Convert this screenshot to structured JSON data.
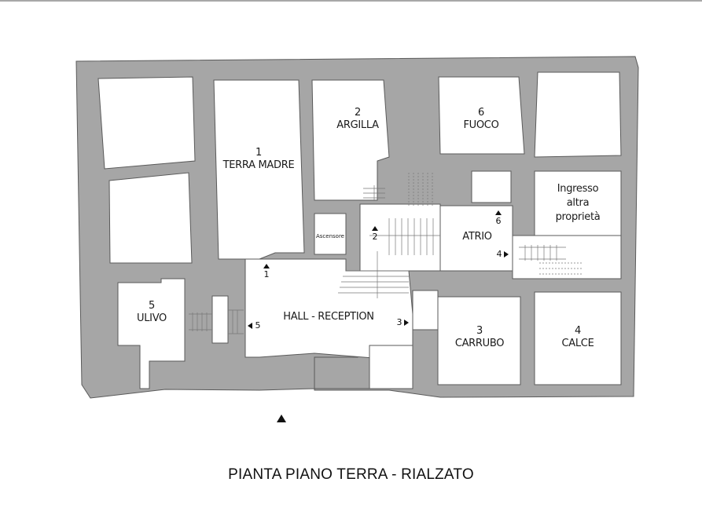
{
  "plan": {
    "title": "PIANTA PIANO TERRA - RIALZATO",
    "colors": {
      "wall": "#a6a6a6",
      "wall_stroke": "#5a5a5a",
      "room": "#ffffff",
      "text": "#1a1a1a"
    },
    "rooms": [
      {
        "id": "terra-madre",
        "number": "1",
        "name": "TERRA MADRE"
      },
      {
        "id": "argilla",
        "number": "2",
        "name": "ARGILLA"
      },
      {
        "id": "fuoco",
        "number": "6",
        "name": "FUOCO"
      },
      {
        "id": "ingresso",
        "number": "",
        "name_lines": [
          "Ingresso",
          "altra",
          "proprietà"
        ]
      },
      {
        "id": "atrio",
        "number": "",
        "name": "ATRIO"
      },
      {
        "id": "hall",
        "number": "",
        "name": "HALL - RECEPTION"
      },
      {
        "id": "ulivo",
        "number": "5",
        "name": "ULIVO"
      },
      {
        "id": "carrubo",
        "number": "3",
        "name": "CARRUBO"
      },
      {
        "id": "calce",
        "number": "4",
        "name": "CALCE"
      },
      {
        "id": "ascensore",
        "number": "",
        "name": "Ascensore"
      }
    ],
    "markers": [
      {
        "id": "to-1",
        "label": "1",
        "direction": "up"
      },
      {
        "id": "to-2",
        "label": "2",
        "direction": "up"
      },
      {
        "id": "to-6",
        "label": "6",
        "direction": "up"
      },
      {
        "id": "to-4",
        "label": "4",
        "direction": "right"
      },
      {
        "id": "to-3",
        "label": "3",
        "direction": "right"
      },
      {
        "id": "to-5",
        "label": "5",
        "direction": "left"
      }
    ],
    "entrance": {
      "label": "",
      "direction": "up"
    }
  }
}
